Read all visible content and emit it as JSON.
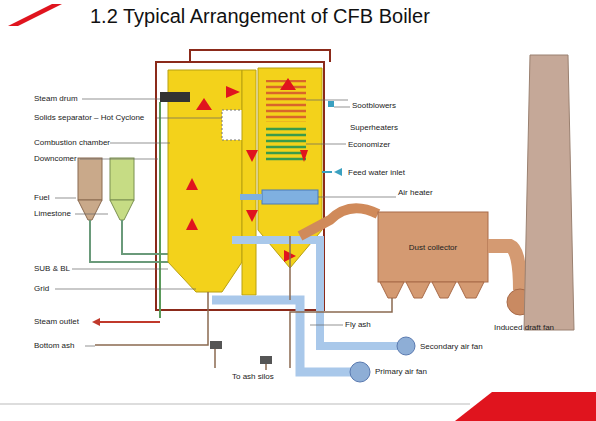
{
  "diagram": {
    "title": "1.2 Typical Arrangement of CFB Boiler",
    "nodes": [
      {
        "text": [
          "Dust collector"
        ]
      }
    ],
    "labels": [
      "Steam drum",
      "Solids separator – Hot Cyclone",
      "Combustion chamber",
      "Downcomer",
      "Fuel",
      "Limestone",
      "SUB & BL",
      "Grid",
      "Steam outlet",
      "Bottom ash",
      "Sootblowers",
      "Superheaters",
      "Economizer",
      "Feed water inlet",
      "Air heater",
      "Induced draft fan",
      "Fly ash",
      "Secondary air fan",
      "Primary air fan",
      "To ash silos"
    ]
  }
}
